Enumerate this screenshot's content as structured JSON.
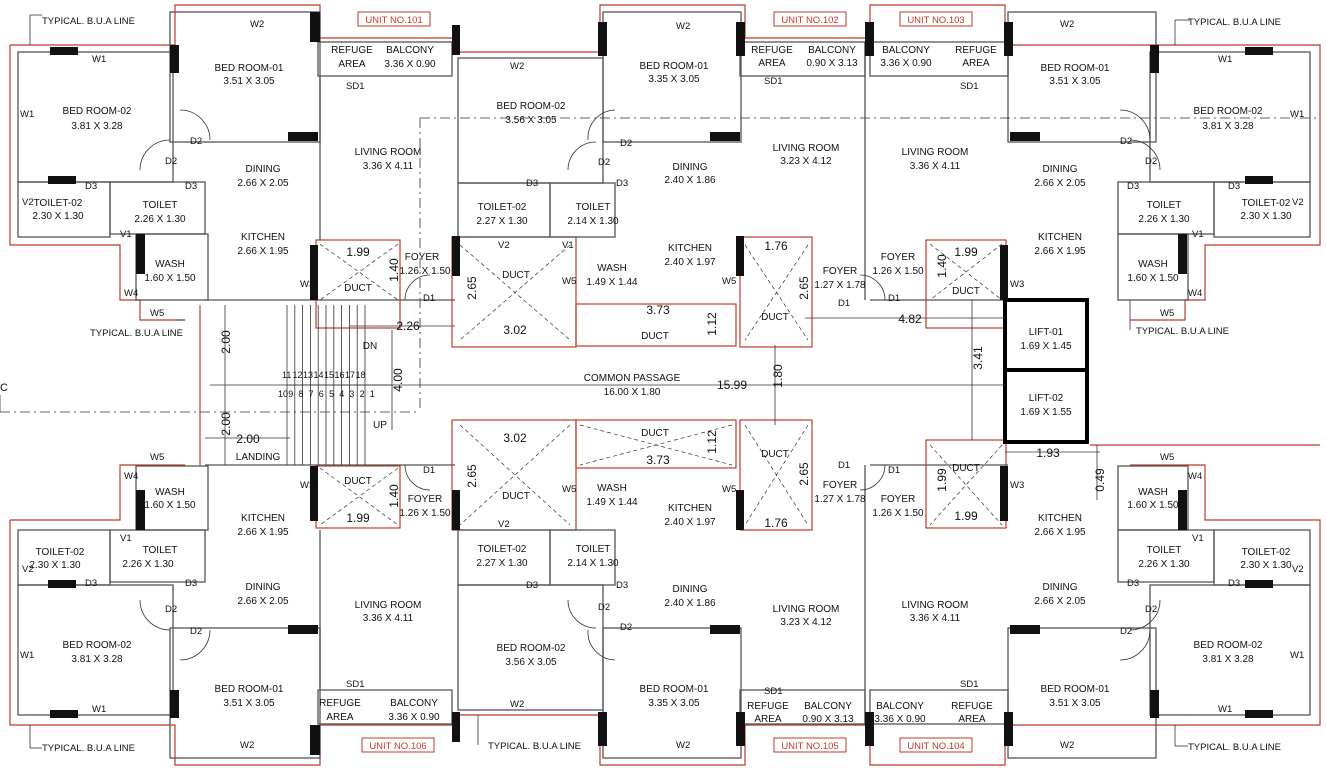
{
  "units": [
    "UNIT NO.101",
    "UNIT NO.102",
    "UNIT NO.103",
    "UNIT NO.106",
    "UNIT NO.105",
    "UNIT NO.104"
  ],
  "typical_bua": "TYPICAL. B.U.A LINE",
  "rooms": {
    "bed01": "BED ROOM-01",
    "bed02": "BED ROOM-02",
    "living": "LIVING ROOM",
    "dining": "DINING",
    "kitchen": "KITCHEN",
    "toilet": "TOILET",
    "toilet02": "TOILET-02",
    "wash": "WASH",
    "foyer": "FOYER",
    "duct": "DUCT",
    "refuge": "REFUGE",
    "area": "AREA",
    "balcony": "BALCONY",
    "lift01": "LIFT-01",
    "lift02": "LIFT-02",
    "common_passage": "COMMON PASSAGE",
    "landing": "LANDING",
    "dn": "DN",
    "up": "UP"
  },
  "sizes": {
    "bed01_a": "3.51 X 3.05",
    "bed01_b": "3.35 X 3.05",
    "bed02_a": "3.81 X 3.28",
    "bed02_b": "3.56 X 3.05",
    "living_a": "3.36 X 4.11",
    "living_b": "3.23 X 4.12",
    "dining_a": "2.66 X 2.05",
    "dining_b": "2.40 X 1.86",
    "kitchen_a": "2.66 X 1.95",
    "kitchen_b": "2.40 X 1.97",
    "toilet_a": "2.26 X 1.30",
    "toilet_b": "2.14 X 1.30",
    "toilet02_a": "2.30 X 1.30",
    "toilet02_b": "2.27 X 1.30",
    "wash_a": "1.60 X 1.50",
    "wash_b": "1.49 X 1.44",
    "foyer_a": "1.26 X 1.50",
    "foyer_b": "1.27 X 1.78",
    "balcony_a": "3.36 X 0.90",
    "balcony_b": "0.90 X 3.13",
    "lift01": "1.69 X 1.45",
    "lift02": "1.69 X 1.55",
    "passage": "16.00 X 1.80"
  },
  "dims": {
    "d199": "1.99",
    "d140": "1.40",
    "d176": "1.76",
    "d265": "2.65",
    "d373": "3.73",
    "d112": "1.12",
    "d302": "3.02",
    "d226": "2.26",
    "d482": "4.82",
    "d341": "3.41",
    "d200": "2.00",
    "d400": "4.00",
    "d1599": "15.99",
    "d180": "1.80",
    "d193": "1.93",
    "d049": "0.49"
  },
  "tags": {
    "W1": "W1",
    "W2": "W2",
    "W3": "W3",
    "W4": "W4",
    "W5": "W5",
    "V1": "V1",
    "V2": "V2",
    "D1": "D1",
    "D2": "D2",
    "D3": "D3",
    "SD1": "SD1",
    "C": "C"
  },
  "stairs_top": [
    "11",
    "12",
    "13",
    "14",
    "15",
    "16",
    "17",
    "18"
  ],
  "stairs_bottom": [
    "10",
    "9",
    "8",
    "7",
    "6",
    "5",
    "4",
    "3",
    "2",
    "1"
  ]
}
